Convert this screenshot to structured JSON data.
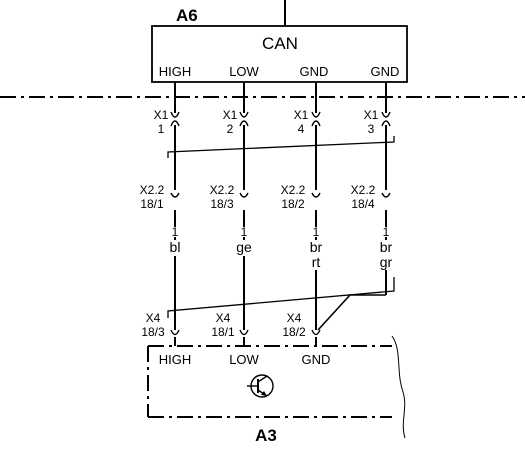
{
  "top_module": {
    "name": "A6",
    "block_label": "CAN",
    "pins": [
      "HIGH",
      "LOW",
      "GND",
      "GND"
    ]
  },
  "connector_x1": {
    "names": [
      "X1",
      "X1",
      "X1",
      "X1"
    ],
    "numbers": [
      "1",
      "2",
      "4",
      "3"
    ]
  },
  "connector_x22": {
    "names": [
      "X2.2",
      "X2.2",
      "X2.2",
      "X2.2"
    ],
    "numbers": [
      "18/1",
      "18/3",
      "18/2",
      "18/4"
    ],
    "ends": [
      "1",
      "1",
      "1",
      "1"
    ]
  },
  "wire_colors": [
    {
      "line1": "bl",
      "line2": ""
    },
    {
      "line1": "ge",
      "line2": ""
    },
    {
      "line1": "br",
      "line2": "rt"
    },
    {
      "line1": "br",
      "line2": "gr"
    }
  ],
  "connector_x4": {
    "names": [
      "X4",
      "X4",
      "X4"
    ],
    "numbers": [
      "18/3",
      "18/1",
      "18/2"
    ]
  },
  "bottom_module": {
    "name": "A3",
    "pins": [
      "HIGH",
      "LOW",
      "GND"
    ]
  }
}
